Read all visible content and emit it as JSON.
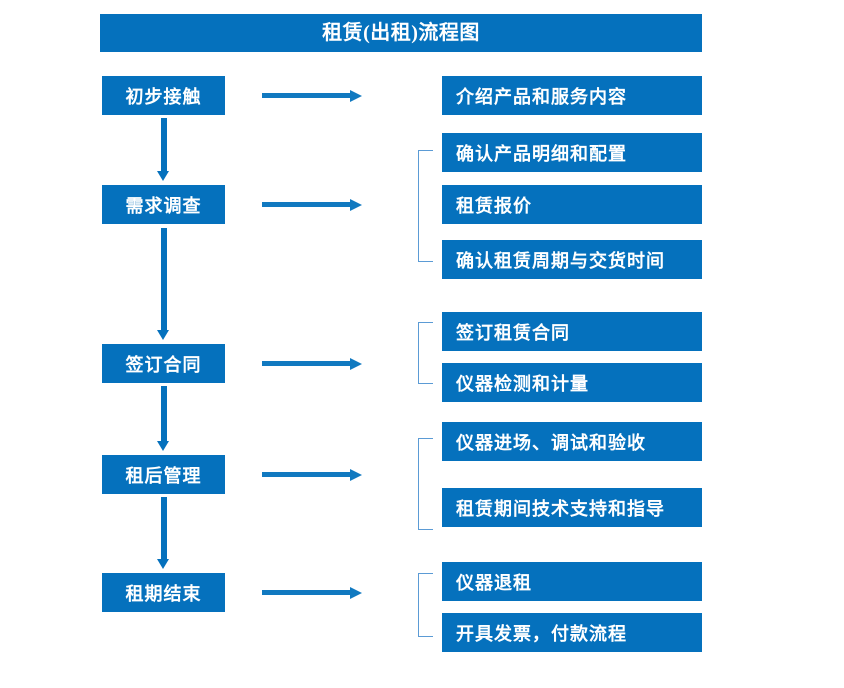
{
  "title": "租赁(出租)流程图",
  "theme": {
    "box_blue": "#0571bd",
    "arrow_blue": "#1179c0",
    "bracket_blue": "#5b9bd5",
    "text_white": "#ffffff",
    "background": "#ffffff"
  },
  "chart_data": {
    "type": "diagram",
    "title": "租赁(出租)流程图",
    "stages": [
      {
        "label": "初步接触",
        "details": [
          "介绍产品和服务内容"
        ],
        "bracketed": false
      },
      {
        "label": "需求调查",
        "details": [
          "确认产品明细和配置",
          "租赁报价",
          "确认租赁周期与交货时间"
        ],
        "bracketed": true
      },
      {
        "label": "签订合同",
        "details": [
          "签订租赁合同",
          "仪器检测和计量"
        ],
        "bracketed": true
      },
      {
        "label": "租后管理",
        "details": [
          "仪器进场、调试和验收",
          "租赁期间技术支持和指导"
        ],
        "bracketed": true
      },
      {
        "label": "租期结束",
        "details": [
          "仪器退租",
          "开具发票，付款流程"
        ],
        "bracketed": true
      }
    ]
  },
  "stages": {
    "s1": {
      "label": "初步接触"
    },
    "s2": {
      "label": "需求调查"
    },
    "s3": {
      "label": "签订合同"
    },
    "s4": {
      "label": "租后管理"
    },
    "s5": {
      "label": "租期结束"
    }
  },
  "details": {
    "d1_1": "介绍产品和服务内容",
    "d2_1": "确认产品明细和配置",
    "d2_2": "租赁报价",
    "d2_3": "确认租赁周期与交货时间",
    "d3_1": "签订租赁合同",
    "d3_2": "仪器检测和计量",
    "d4_1": "仪器进场、调试和验收",
    "d4_2": "租赁期间技术支持和指导",
    "d5_1": "仪器退租",
    "d5_2": "开具发票，付款流程"
  }
}
